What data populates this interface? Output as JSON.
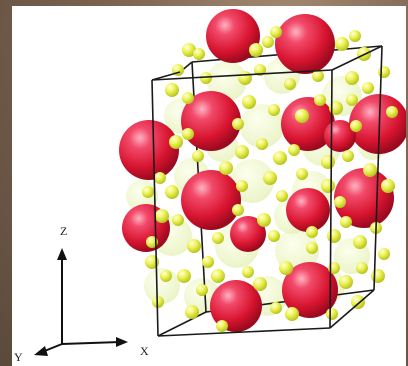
{
  "axes": {
    "z_label": "Z",
    "x_label": "X",
    "y_label": "Y"
  },
  "colors": {
    "large_atom": "#e8183c",
    "small_atom": "#e6f23a",
    "cell_edges": "#1a1a1a",
    "background_frame": "#6e5a49"
  }
}
